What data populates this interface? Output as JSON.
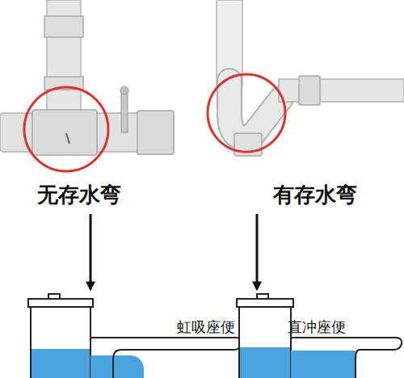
{
  "diagram": {
    "nodes": [
      {
        "text": [
          "无存水弯"
        ]
      },
      {
        "text": [
          "有存水弯"
        ]
      },
      {
        "text": [
          "虹吸座便"
        ]
      },
      {
        "text": [
          "直冲座便"
        ]
      }
    ],
    "edges": [
      {
        "from": 0,
        "to": 2,
        "arrow": "to"
      },
      {
        "from": 1,
        "to": 3,
        "arrow": "to"
      }
    ]
  }
}
